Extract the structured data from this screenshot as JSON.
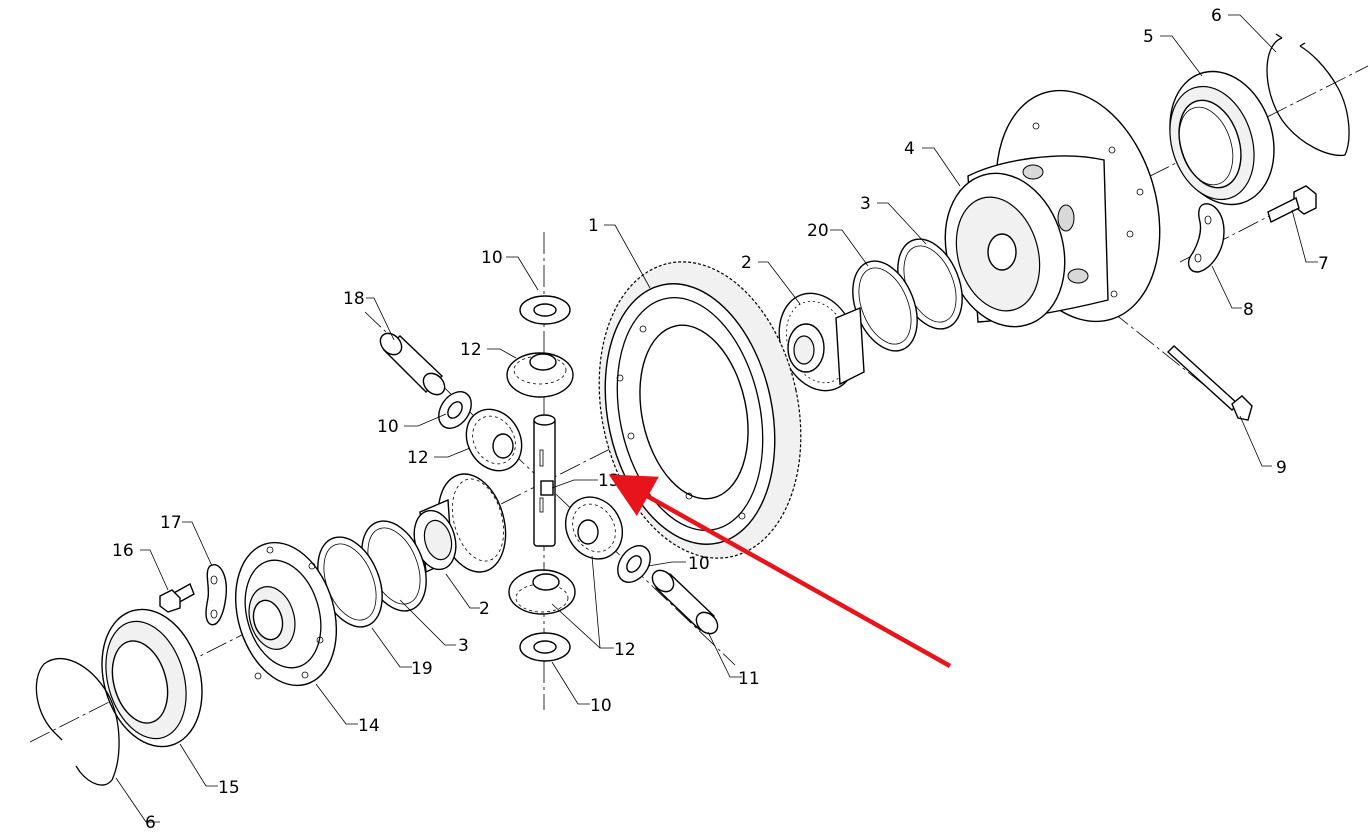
{
  "diagram": {
    "callouts": [
      {
        "id": "c1",
        "label": "1"
      },
      {
        "id": "c2a",
        "label": "2"
      },
      {
        "id": "c2b",
        "label": "2"
      },
      {
        "id": "c3a",
        "label": "3"
      },
      {
        "id": "c3b",
        "label": "3"
      },
      {
        "id": "c4",
        "label": "4"
      },
      {
        "id": "c5",
        "label": "5"
      },
      {
        "id": "c6a",
        "label": "6"
      },
      {
        "id": "c6b",
        "label": "6"
      },
      {
        "id": "c7",
        "label": "7"
      },
      {
        "id": "c8",
        "label": "8"
      },
      {
        "id": "c9",
        "label": "9"
      },
      {
        "id": "c10a",
        "label": "10"
      },
      {
        "id": "c10b",
        "label": "10"
      },
      {
        "id": "c10c",
        "label": "10"
      },
      {
        "id": "c10d",
        "label": "10"
      },
      {
        "id": "c11",
        "label": "11"
      },
      {
        "id": "c12a",
        "label": "12"
      },
      {
        "id": "c12b",
        "label": "12"
      },
      {
        "id": "c12c",
        "label": "12"
      },
      {
        "id": "c13",
        "label": "13"
      },
      {
        "id": "c14",
        "label": "14"
      },
      {
        "id": "c15",
        "label": "15"
      },
      {
        "id": "c16",
        "label": "16"
      },
      {
        "id": "c17",
        "label": "17"
      },
      {
        "id": "c18",
        "label": "18"
      },
      {
        "id": "c19",
        "label": "19"
      },
      {
        "id": "c20",
        "label": "20"
      }
    ],
    "highlight_arrow": {
      "color": "#e8141b",
      "target_label": "13"
    }
  }
}
